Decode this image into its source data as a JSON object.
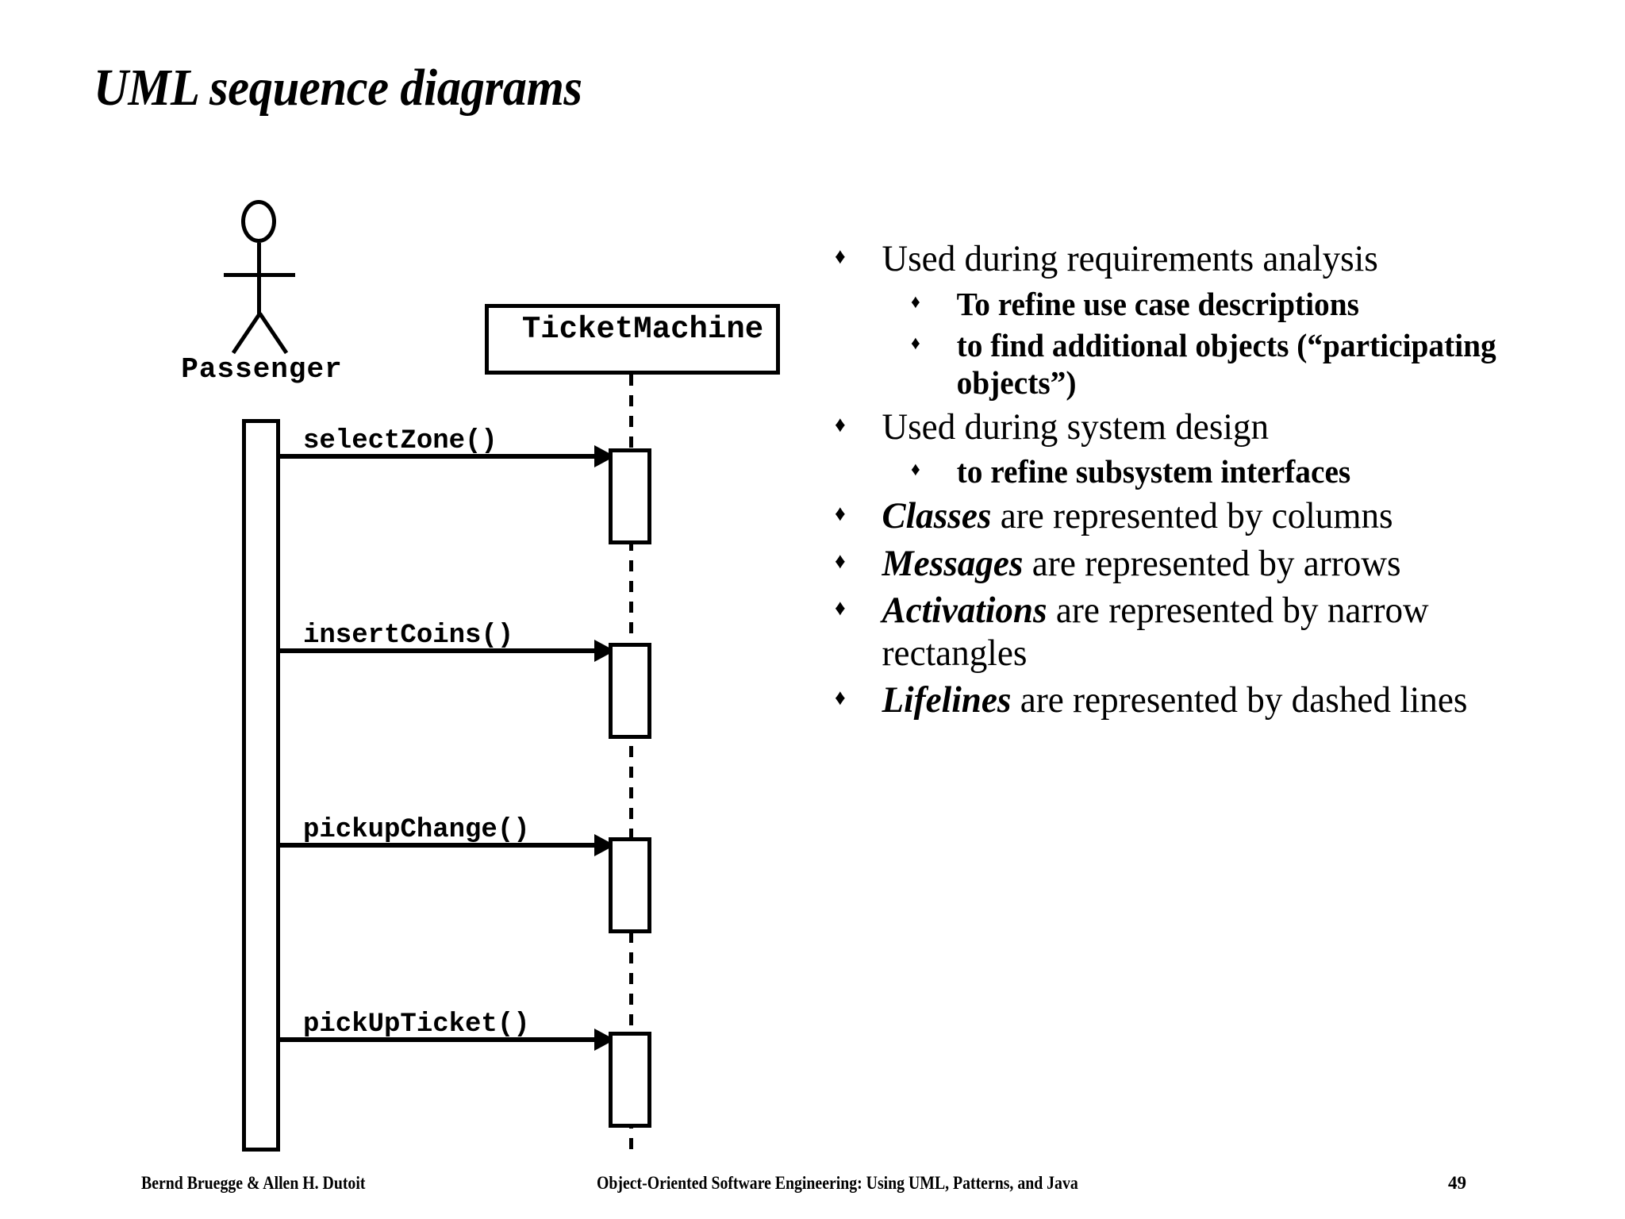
{
  "slide": {
    "title": "UML sequence diagrams",
    "page_number": "49"
  },
  "diagram": {
    "type": "uml-sequence-diagram",
    "actor": {
      "name": "Passenger",
      "icon": "stick-figure-actor-icon"
    },
    "object": {
      "name": "TicketMachine"
    },
    "messages": [
      {
        "label": "selectZone()",
        "from": "Passenger",
        "to": "TicketMachine",
        "order": 1
      },
      {
        "label": "insertCoins()",
        "from": "Passenger",
        "to": "TicketMachine",
        "order": 2
      },
      {
        "label": "pickupChange()",
        "from": "Passenger",
        "to": "TicketMachine",
        "order": 3
      },
      {
        "label": "pickUpTicket()",
        "from": "Passenger",
        "to": "TicketMachine",
        "order": 4
      }
    ],
    "lifeline_style": "dashed",
    "activation_style": "narrow-rectangle"
  },
  "bullets": [
    {
      "level": 1,
      "marker": "♦",
      "segments": [
        {
          "text": "Used during requirements analysis",
          "style": "normal"
        }
      ]
    },
    {
      "level": 2,
      "marker": "♦",
      "segments": [
        {
          "text": "To refine use case descriptions",
          "style": "bold"
        }
      ]
    },
    {
      "level": 2,
      "marker": "♦",
      "segments": [
        {
          "text": "to find additional objects (“participating objects”)",
          "style": "bold"
        }
      ]
    },
    {
      "level": 1,
      "marker": "♦",
      "segments": [
        {
          "text": "Used during system design",
          "style": "normal"
        }
      ]
    },
    {
      "level": 2,
      "marker": "♦",
      "segments": [
        {
          "text": "to refine subsystem interfaces",
          "style": "bold"
        }
      ]
    },
    {
      "level": 1,
      "marker": "♦",
      "segments": [
        {
          "text": "Classes",
          "style": "bold-italic"
        },
        {
          "text": " are represented by columns",
          "style": "normal"
        }
      ]
    },
    {
      "level": 1,
      "marker": "♦",
      "segments": [
        {
          "text": "Messages",
          "style": "bold-italic"
        },
        {
          "text": " are represented by arrows",
          "style": "normal"
        }
      ]
    },
    {
      "level": 1,
      "marker": "♦",
      "segments": [
        {
          "text": "Activations",
          "style": "bold-italic"
        },
        {
          "text": " are represented by narrow rectangles",
          "style": "normal"
        }
      ]
    },
    {
      "level": 1,
      "marker": "♦",
      "segments": [
        {
          "text": "Lifelines",
          "style": "bold-italic"
        },
        {
          "text": " are represented by dashed lines",
          "style": "normal"
        }
      ]
    }
  ],
  "footer": {
    "authors": "Bernd Bruegge & Allen H. Dutoit",
    "book": "Object-Oriented Software Engineering: Using UML, Patterns, and Java",
    "page": "49"
  },
  "colors": {
    "ink": "#000000",
    "background": "#ffffff"
  }
}
